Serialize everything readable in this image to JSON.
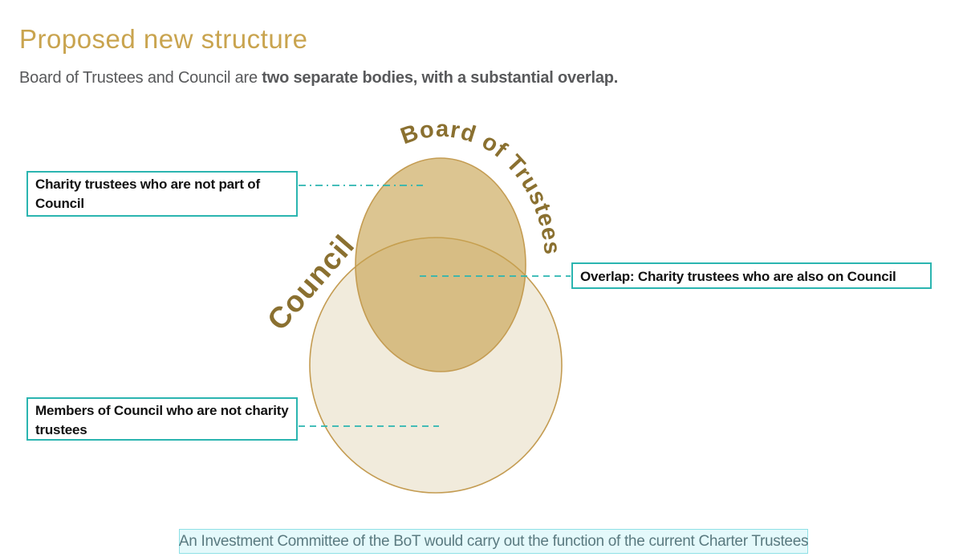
{
  "header": {
    "title": "Proposed new structure",
    "subtitle_regular": "Board of Trustees and Council are ",
    "subtitle_bold": "two separate bodies, with a substantial overlap."
  },
  "diagram": {
    "type": "venn",
    "sets": [
      {
        "name": "Board of Trustees",
        "shape": "ellipse"
      },
      {
        "name": "Council",
        "shape": "circle"
      }
    ],
    "board_label": "Board of Trustees",
    "council_label": "Council",
    "callouts": {
      "top_left": "Charity trustees who are not part of Council",
      "overlap": "Overlap: Charity trustees who are also on Council",
      "bottom_left": "Members of Council who are not charity trustees"
    }
  },
  "footer": {
    "note": "An Investment Committee of the BoT would carry out the function of the current Charter Trustees"
  },
  "colors": {
    "title_gold": "#C9A44F",
    "subtitle_gray": "#58595B",
    "venn_text_gold": "#8A7030",
    "venn_stroke": "#C49C52",
    "top_ellipse_fill": "#C6A24E",
    "top_ellipse_opacity": "0.62",
    "bottom_circle_fill": "#F1EBDC",
    "callout_border": "#2BB5B0",
    "leader_line": "#2BB5B0",
    "banner_bg": "#E4F9FB",
    "banner_border": "#8EE0E6",
    "banner_text": "#5A7A80"
  }
}
